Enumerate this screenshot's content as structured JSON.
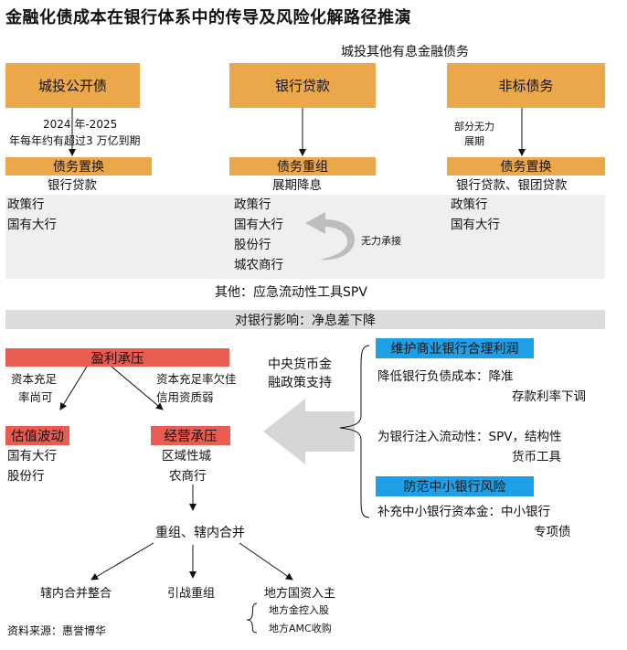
{
  "title": "金融化债成本在银行体系中的传导及风险化解路径推演",
  "top_right_label": "城投其他有息金融债务",
  "sources": {
    "left": "城投公开债",
    "mid": "银行贷款",
    "right": "非标债务"
  },
  "notes": {
    "left_line1": "2024 年-2025",
    "left_line2": "年每年约有超过3 万亿到期",
    "right_line1": "部分无力",
    "right_line2": "展期"
  },
  "methods": {
    "left": "债务置换",
    "mid": "债务重组",
    "right": "债务置换"
  },
  "method_desc": {
    "left": "银行贷款",
    "mid": "展期降息",
    "right": "银行贷款、银团贷款"
  },
  "banks": {
    "left": [
      "政策行",
      "国有大行"
    ],
    "mid": [
      "政策行",
      "国有大行",
      "股份行",
      "城农商行"
    ],
    "right": [
      "政策行",
      "国有大行"
    ]
  },
  "transfer_label": "无力承接",
  "other_label": "其他：应急流动性工具SPV",
  "impact_label": "对银行影响：净息差下降",
  "profit_pressure": "盈利承压",
  "capital_ok_l1": "资本充足",
  "capital_ok_l2": "率尚可",
  "capital_weak_l1": "资本充足率欠佳",
  "capital_weak_l2": "信用资质弱",
  "valuation": "估值波动",
  "valuation_banks": [
    "国有大行",
    "股份行"
  ],
  "operating": "经营承压",
  "operating_banks_l1": "区域性城",
  "operating_banks_l2": "农商行",
  "restructure": "重组、辖内合并",
  "outcomes": {
    "a": "辖内合并整合",
    "b": "引战重组",
    "c": "地方国资入主"
  },
  "state_sub": [
    "地方金控入股",
    "地方AMC收购"
  ],
  "source_note": "资料来源：惠誉博华",
  "central": {
    "l1": "中央货币金",
    "l2": "融政策支持"
  },
  "policy": {
    "box1": "维护商业银行合理利润",
    "item1_l1": "降低银行负债成本：降准",
    "item1_l2": "存款利率下调",
    "item2_l1": "为银行注入流动性：SPV，结构性",
    "item2_l2": "货币工具",
    "box2": "防范中小银行风险",
    "item3_l1": "补充中小银行资本金：中小银行",
    "item3_l2": "专项债"
  },
  "colors": {
    "orange": "#eaa84a",
    "red": "#e85c52",
    "blue": "#1da0e8",
    "gray": "#efefef"
  }
}
